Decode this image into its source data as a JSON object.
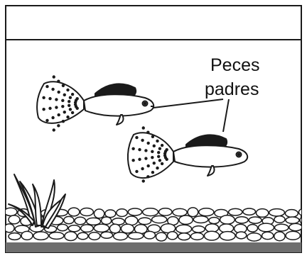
{
  "label": {
    "line1": "Peces",
    "line2": "padres"
  },
  "colors": {
    "ink": "#1a1a1a",
    "background": "#ffffff",
    "tank_floor": "#6e6e6e"
  },
  "icons": [
    "parent-fish",
    "aquarium-plant",
    "gravel"
  ]
}
